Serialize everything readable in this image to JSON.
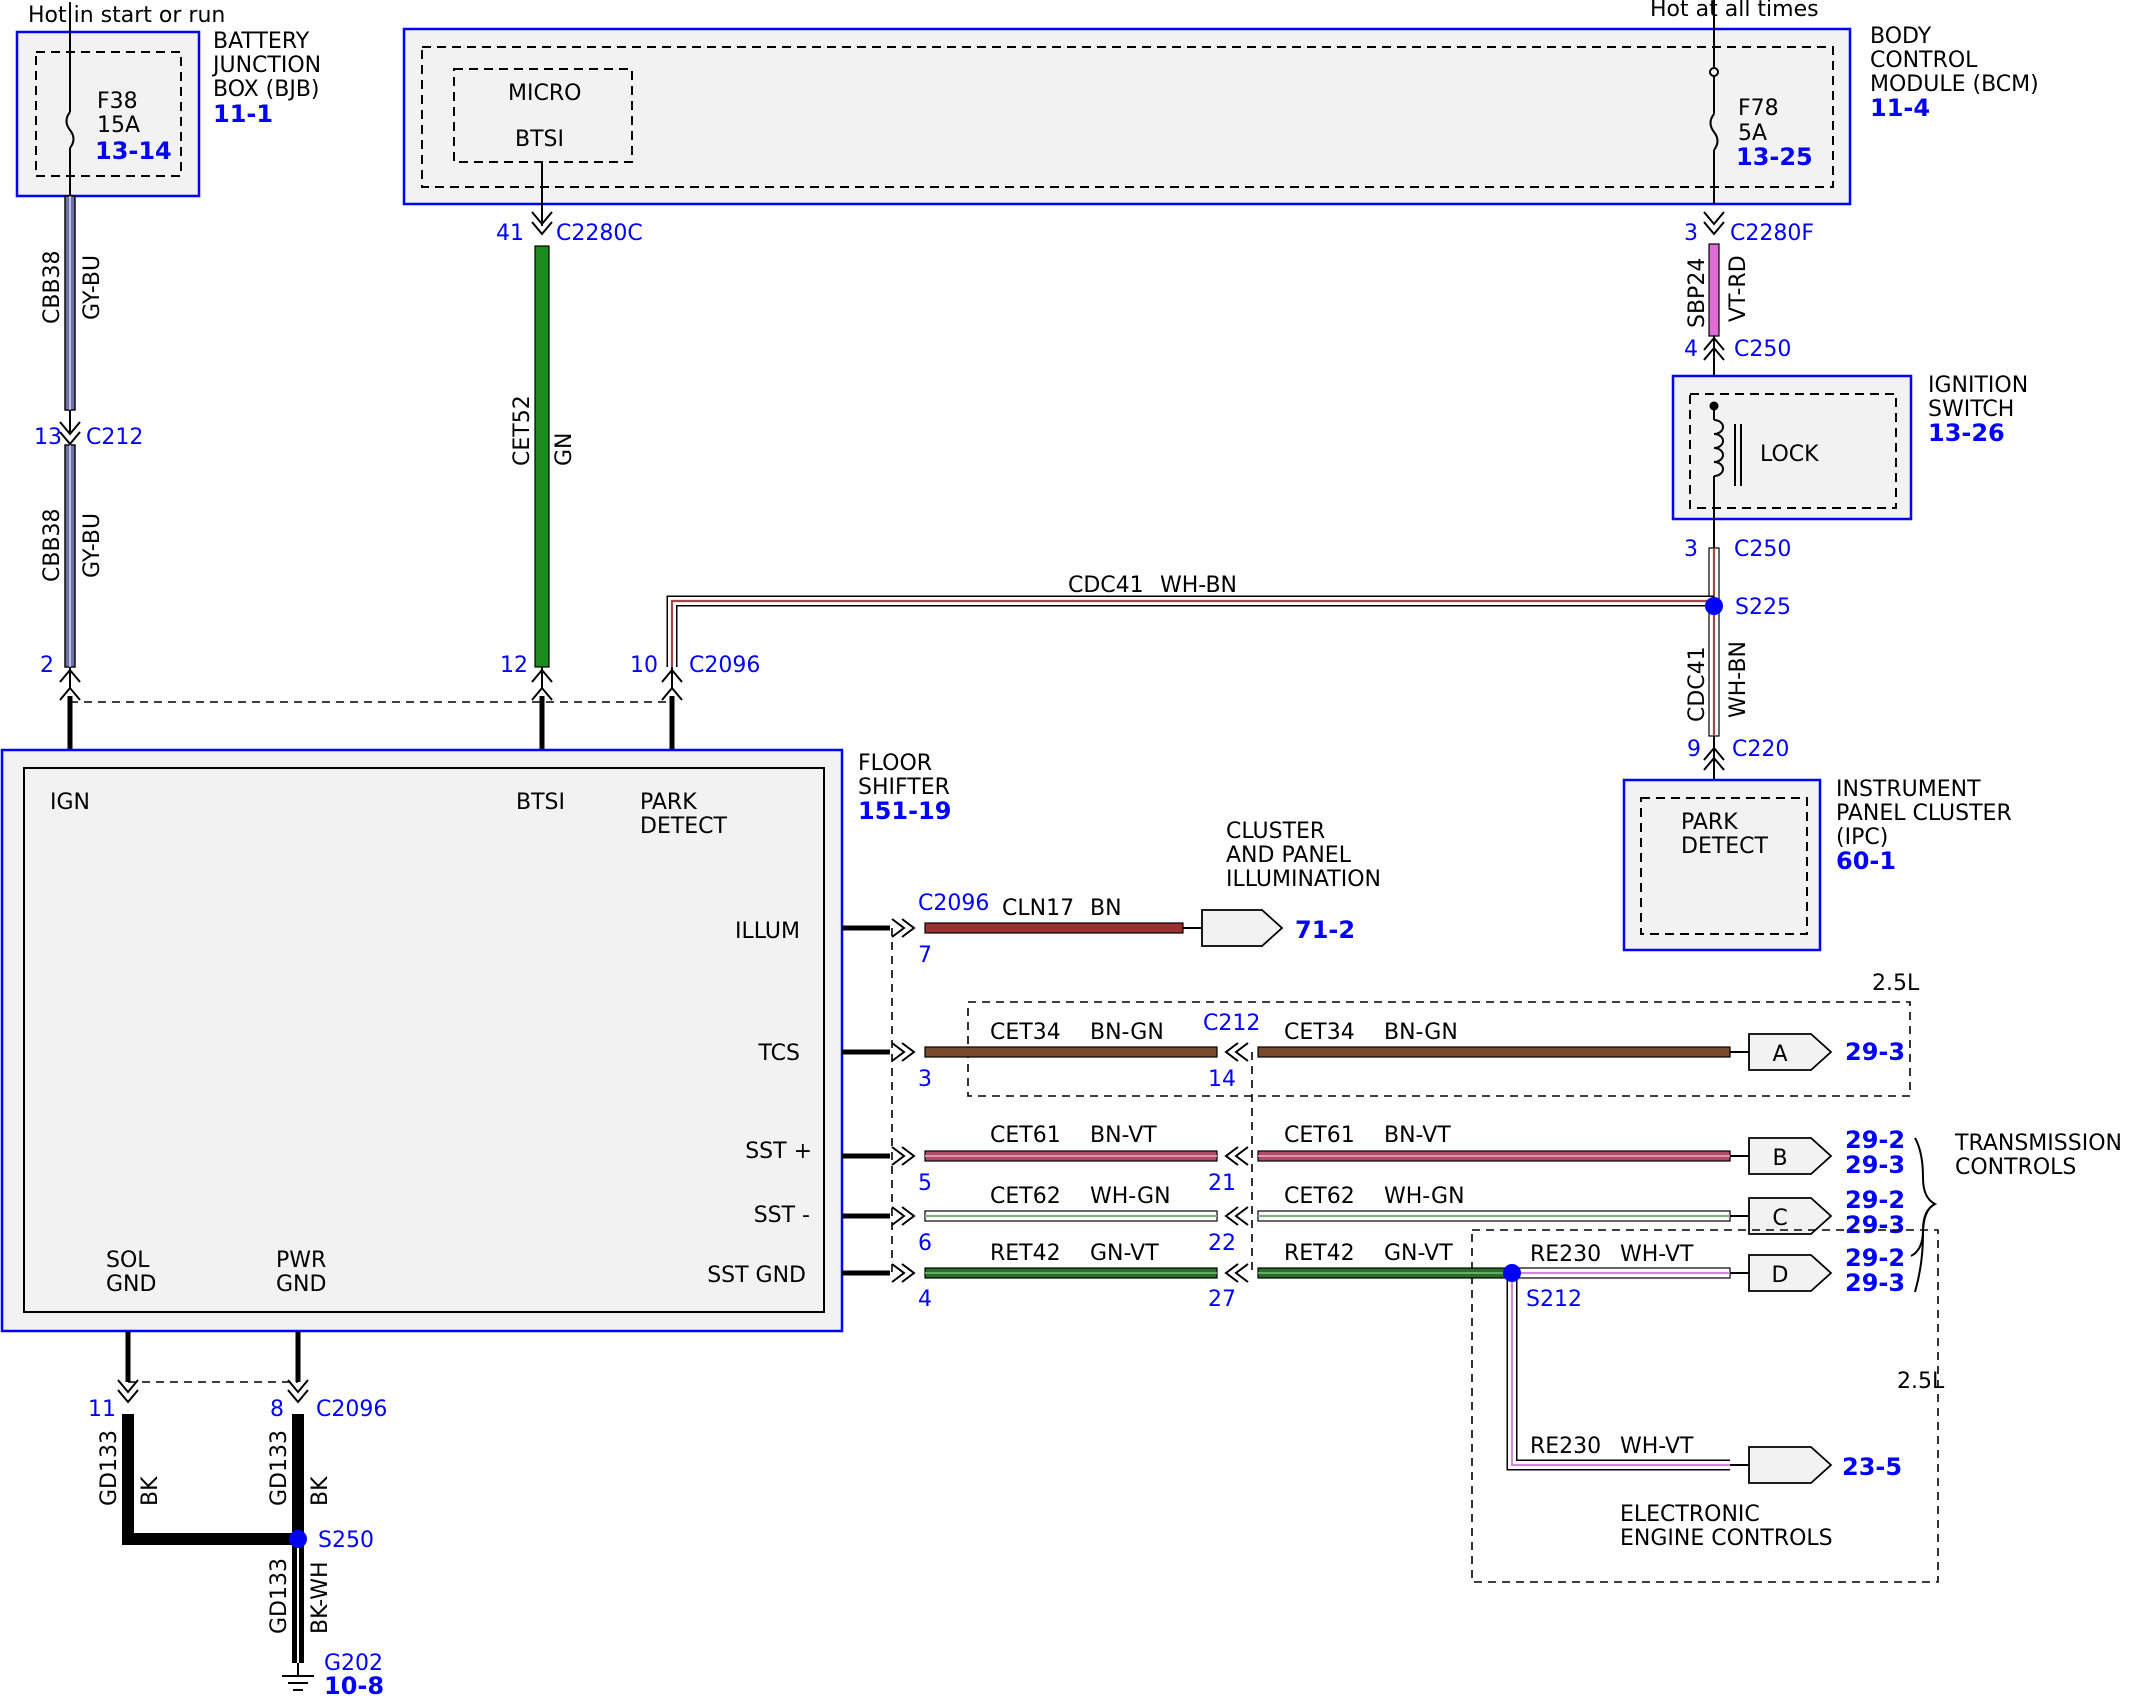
{
  "header": {
    "hot_left": "Hot in start or run",
    "hot_right": "Hot at all times"
  },
  "bjb": {
    "title_1": "BATTERY",
    "title_2": "JUNCTION",
    "title_3": "BOX (BJB)",
    "ref": "11-1",
    "fuse": "F38",
    "amps": "15A",
    "fuse_ref": "13-14"
  },
  "bcm": {
    "title_1": "BODY",
    "title_2": "CONTROL",
    "title_3": "MODULE (BCM)",
    "ref": "11-4",
    "micro": "MICRO",
    "btsi": "BTSI",
    "fuse": "F78",
    "amps": "5A",
    "fuse_ref": "13-25"
  },
  "ignition": {
    "title_1": "IGNITION",
    "title_2": "SWITCH",
    "ref": "13-26",
    "lock": "LOCK"
  },
  "ipc": {
    "title_1": "INSTRUMENT",
    "title_2": "PANEL CLUSTER",
    "title_3": "(IPC)",
    "ref": "60-1",
    "park_1": "PARK",
    "park_2": "DETECT"
  },
  "shifter": {
    "title_1": "FLOOR",
    "title_2": "SHIFTER",
    "ref": "151-19",
    "ign": "IGN",
    "btsi": "BTSI",
    "park_1": "PARK",
    "park_2": "DETECT",
    "illum": "ILLUM",
    "tcs": "TCS",
    "sst_plus": "SST +",
    "sst_minus": "SST -",
    "sst_gnd": "SST GND",
    "sol_1": "SOL",
    "sol_2": "GND",
    "pwr_1": "PWR",
    "pwr_2": "GND"
  },
  "wires": {
    "cbb38": "CBB38",
    "gy_bu": "GY-BU",
    "cet52": "CET52",
    "gn": "GN",
    "sbp24": "SBP24",
    "vt_rd": "VT-RD",
    "cdc41": "CDC41",
    "wh_bn": "WH-BN",
    "cln17": "CLN17",
    "bn": "BN",
    "cet34": "CET34",
    "bn_gn": "BN-GN",
    "cet61": "CET61",
    "bn_vt": "BN-VT",
    "cet62": "CET62",
    "wh_gn": "WH-GN",
    "ret42": "RET42",
    "gn_vt": "GN-VT",
    "re230": "RE230",
    "wh_vt": "WH-VT",
    "gd133": "GD133",
    "bk": "BK",
    "bk_wh": "BK-WH"
  },
  "connectors": {
    "c212": "C212",
    "c2280c": "C2280C",
    "c2280f": "C2280F",
    "c250": "C250",
    "c2096": "C2096",
    "c220": "C220",
    "s225": "S225",
    "s212": "S212",
    "s250": "S250",
    "g202": "G202"
  },
  "pins": {
    "p13": "13",
    "p2": "2",
    "p41": "41",
    "p12": "12",
    "p3": "3",
    "p4": "4",
    "p10": "10",
    "p9": "9",
    "p7": "7",
    "p14": "14",
    "p5": "5",
    "p21": "21",
    "p6": "6",
    "p22": "22",
    "p27": "27",
    "p11": "11",
    "p8": "8"
  },
  "refs": {
    "g202": "10-8",
    "illum": "71-2",
    "a": "29-3",
    "b1": "29-2",
    "b2": "29-3",
    "c1": "29-2",
    "c2": "29-3",
    "d1": "29-2",
    "d2": "29-3",
    "eec": "23-5"
  },
  "destinations": {
    "cluster_1": "CLUSTER",
    "cluster_2": "AND PANEL",
    "cluster_3": "ILLUMINATION",
    "trans_1": "TRANSMISSION",
    "trans_2": "CONTROLS",
    "eec_1": "ELECTRONIC",
    "eec_2": "ENGINE CONTROLS",
    "opt_1": "2.5L",
    "opt_2": "2.5L",
    "a": "A",
    "b": "B",
    "c": "C",
    "d": "D"
  },
  "colors": {
    "accent_blue": "#0000ff",
    "gy_bu": "#6d73a8",
    "gn": "#1c8a1c",
    "vt_rd": "#e06ad8",
    "wh_bn": "#a04848",
    "bn": "#9a3030",
    "bn_gn": "#7a4a2e",
    "bn_vt": "#b24a68",
    "wh_gn": "#7fb07f",
    "gn_vt": "#2a6e2a",
    "wh_vt": "#d08ad8",
    "bk": "#000000"
  }
}
